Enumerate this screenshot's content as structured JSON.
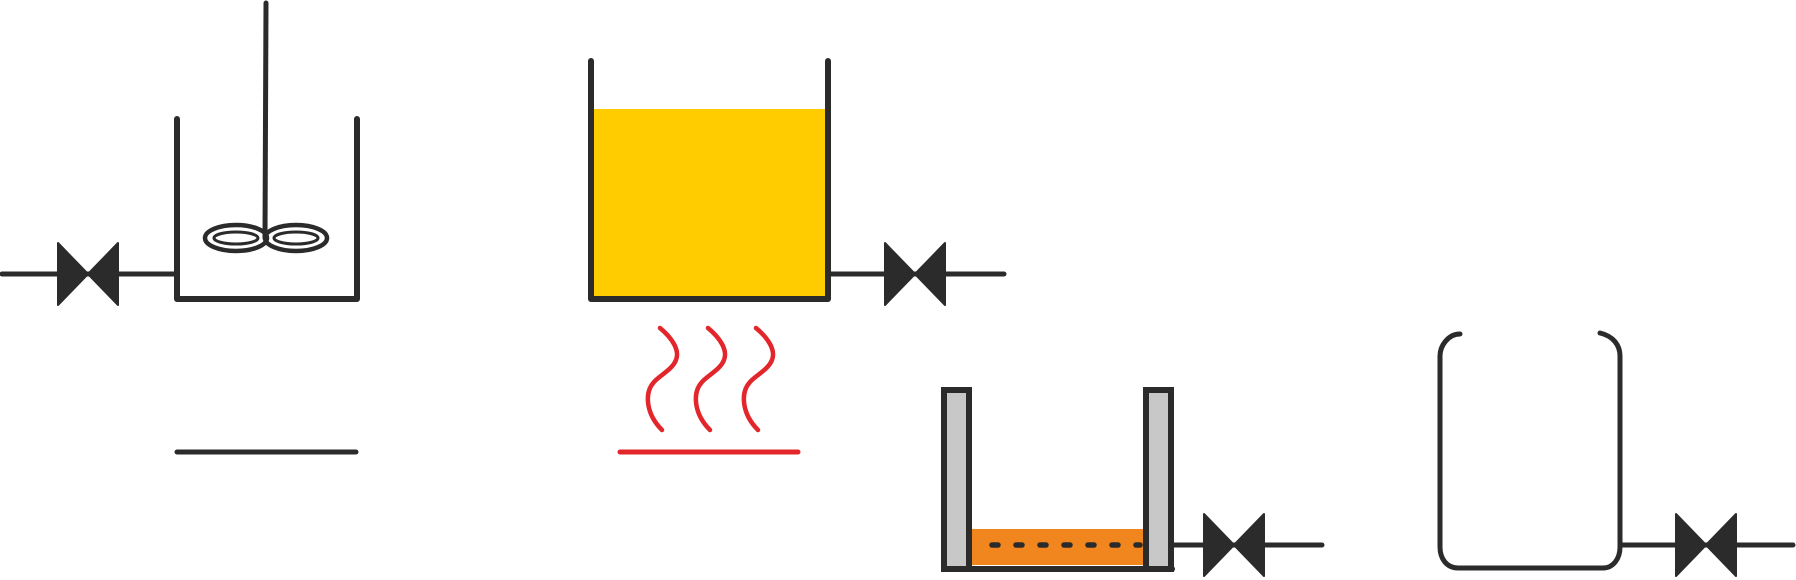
{
  "colors": {
    "stroke": "#2b2b2b",
    "background": "#ffffff",
    "liquid_fill": "#ffcc00",
    "heat": "#e3262b",
    "bed_fill": "#f0861d",
    "electrode_fill": "#c8c8c8"
  },
  "components": [
    {
      "name": "stirred-tank",
      "icons": [
        "gate-valve-icon",
        "impeller-icon",
        "base-line-icon"
      ]
    },
    {
      "name": "heated-liquid-tank",
      "icons": [
        "gate-valve-icon",
        "heat-waves-icon",
        "heater-line-icon"
      ]
    },
    {
      "name": "electrode-tank",
      "icons": [
        "electrode-icon",
        "dotted-bed-icon",
        "gate-valve-icon"
      ]
    },
    {
      "name": "open-vessel",
      "icons": [
        "gate-valve-icon"
      ]
    }
  ]
}
